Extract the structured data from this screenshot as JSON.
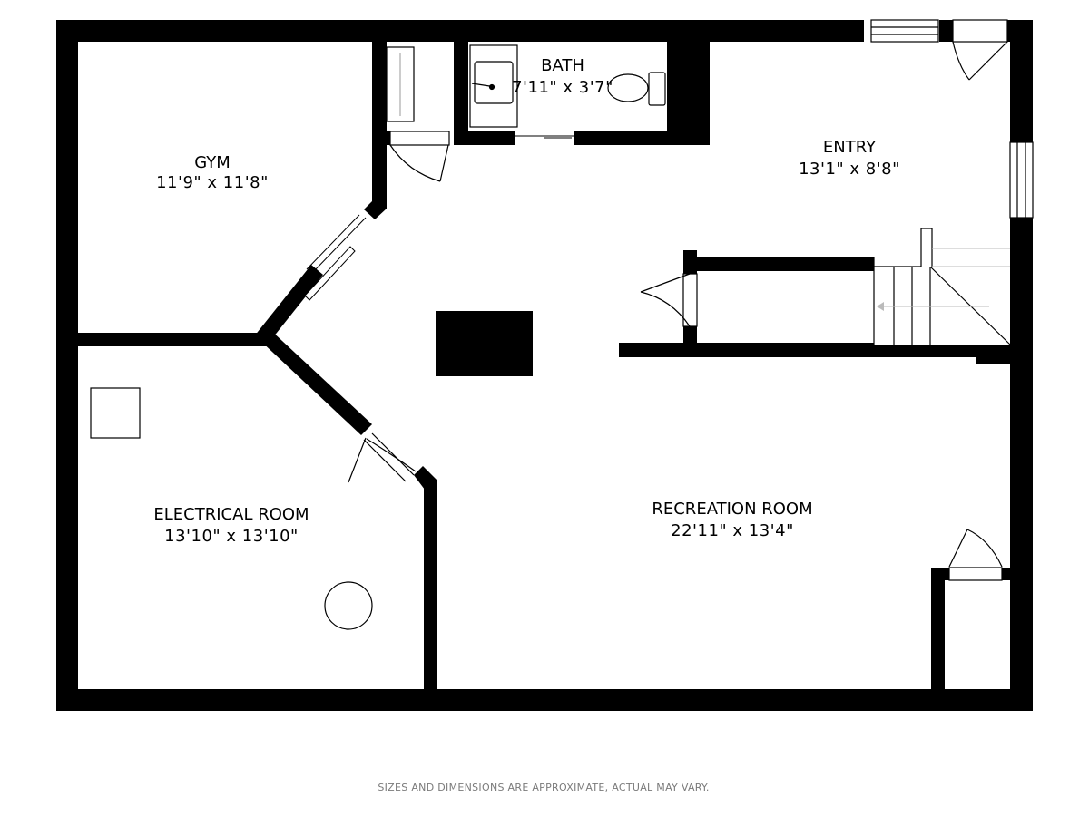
{
  "colors": {
    "wall": "#000000",
    "floor": "#ffffff",
    "fixture_line": "#9a9a9a",
    "note": "#7a7a7a"
  },
  "rooms": {
    "gym": {
      "name": "GYM",
      "dimensions": "11'9\" x 11'8\""
    },
    "bath": {
      "name": "BATH",
      "dimensions": "7'11\" x 3'7\""
    },
    "entry": {
      "name": "ENTRY",
      "dimensions": "13'1\" x 8'8\""
    },
    "electrical": {
      "name": "ELECTRICAL ROOM",
      "dimensions": "13'10\" x 13'10\""
    },
    "recreation": {
      "name": "RECREATION ROOM",
      "dimensions": "22'11\" x 13'4\""
    }
  },
  "fixtures": [
    "toilet-icon",
    "sink-icon",
    "stairs-icon",
    "utility-box-icon",
    "water-heater-icon",
    "door-swing-icon",
    "window-icon"
  ],
  "disclaimer": "SIZES AND DIMENSIONS ARE APPROXIMATE, ACTUAL MAY VARY."
}
